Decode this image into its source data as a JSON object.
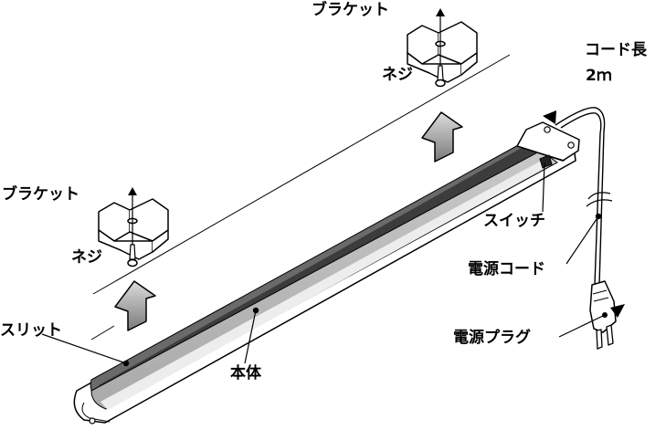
{
  "labels": {
    "bracket": "ブラケット",
    "screw": "ネジ",
    "cord_length_1": "コード長",
    "cord_length_2": "2ｍ",
    "switch": "スイッチ",
    "power_cord": "電源コード",
    "power_plug": "電源プラグ",
    "slit": "スリット",
    "body": "本体"
  }
}
